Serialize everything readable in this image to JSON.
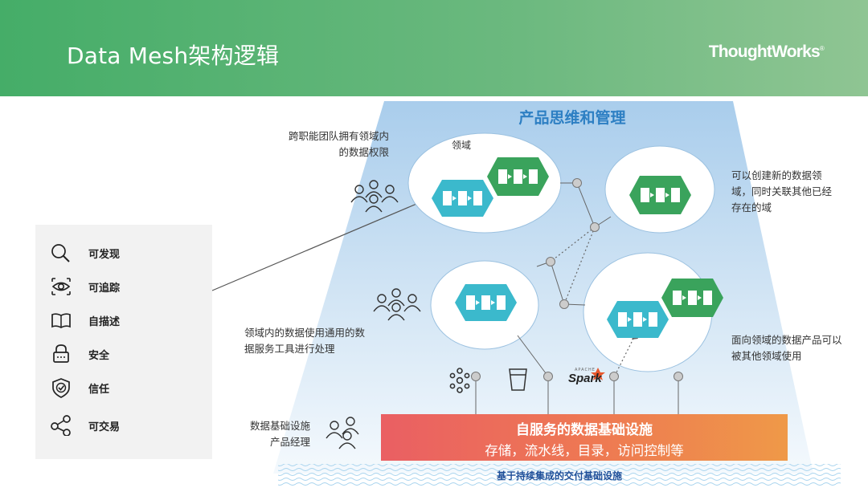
{
  "header": {
    "title": "Data Mesh架构逻辑",
    "brand": "ThoughtWorks",
    "brand_mark": "®"
  },
  "diagram": {
    "top_title": "产品思维和管理",
    "domain_label": "领域",
    "note_team_line1": "跨职能团队拥有领域内",
    "note_team_line2": "的数据权限",
    "note_new_line1": "可以创建新的数据领",
    "note_new_line2": "域，同时关联其他已经",
    "note_new_line3": "存在的域",
    "note_tools_line1": "领域内的数据使用通用的数",
    "note_tools_line2": "据服务工具进行处理",
    "note_product_line1": "面向领域的数据产品可以",
    "note_product_line2": "被其他领域使用",
    "note_infra_line1": "数据基础设施",
    "note_infra_line2": "产品经理",
    "infra_title": "自服务的数据基础设施",
    "infra_subtitle": "存储，流水线，目录，访问控制等",
    "ci_label": "基于持续集成的交付基础设施",
    "spark_label": "Spark",
    "spark_small": "APACHE"
  },
  "properties": [
    {
      "label": "可发现",
      "icon": "search-icon"
    },
    {
      "label": "可追踪",
      "icon": "eye-icon"
    },
    {
      "label": "自描述",
      "icon": "book-icon"
    },
    {
      "label": "安全",
      "icon": "lock-icon"
    },
    {
      "label": "信任",
      "icon": "shield-check-icon"
    },
    {
      "label": "可交易",
      "icon": "share-icon"
    }
  ],
  "colors": {
    "header_green": "#45ad68",
    "title_blue": "#2d7fc3",
    "product_green": "#3aa35c",
    "product_blue": "#3bb9cc",
    "infra_orange": "#ef9948",
    "infra_red": "#ea5f63"
  }
}
